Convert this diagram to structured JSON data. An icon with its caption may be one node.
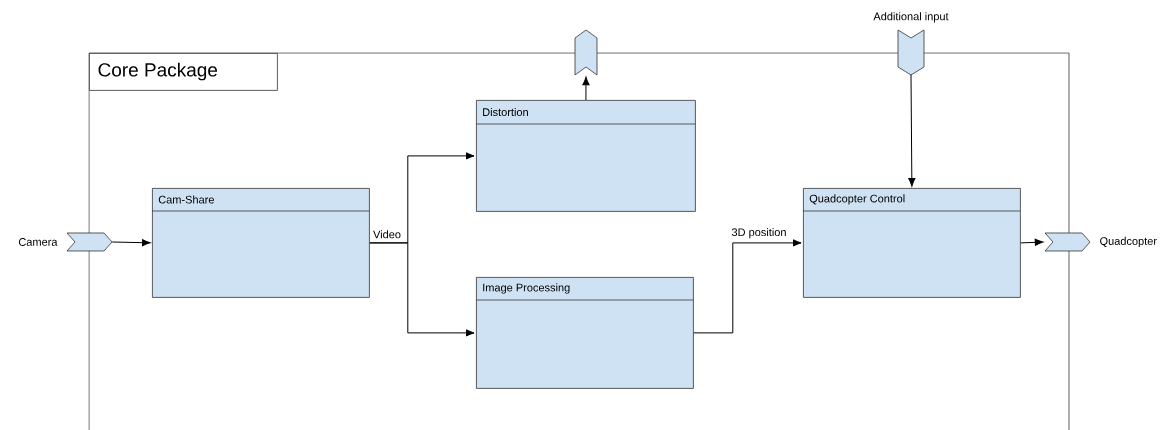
{
  "diagram": {
    "nodes": [
      {
        "text": [
          "Core Package"
        ]
      },
      {
        "text": [
          "Camera"
        ]
      },
      {
        "text": [],
        "shape": "chevron"
      },
      {
        "text": [
          "Additional input"
        ]
      },
      {
        "text": [
          "Quadcopter"
        ]
      },
      {
        "text": [
          "Cam-Share"
        ],
        "in": 0
      },
      {
        "text": [
          "Distortion"
        ],
        "in": 0
      },
      {
        "text": [
          "Image Processing"
        ],
        "in": 0
      },
      {
        "text": [
          "Quadcopter Control"
        ],
        "in": 0
      }
    ],
    "edges": [
      {
        "from": 1,
        "to": 5,
        "arrow": "to"
      },
      {
        "from": 5,
        "to": 6,
        "arrow": "to",
        "label": "Video"
      },
      {
        "from": 5,
        "to": 7,
        "arrow": "to"
      },
      {
        "from": 6,
        "to": 2,
        "arrow": "to"
      },
      {
        "from": 7,
        "to": 8,
        "arrow": "to",
        "label": "3D position"
      },
      {
        "from": 3,
        "to": 8,
        "arrow": "to"
      },
      {
        "from": 8,
        "to": 4,
        "arrow": "to"
      }
    ]
  }
}
